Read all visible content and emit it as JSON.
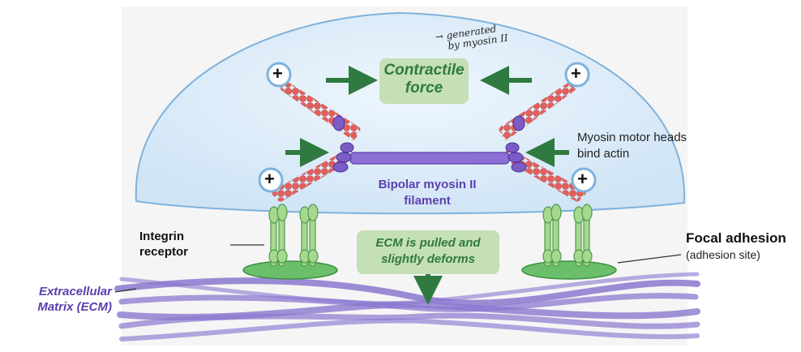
{
  "labels": {
    "contractile_force": "Contractile force",
    "handwritten_note": [
      "→ generated",
      "by myosin II"
    ],
    "myosin_heads": "Myosin motor heads bind actin",
    "bipolar": "Bipolar myosin II filament",
    "integrin": "Integrin receptor",
    "ecm_pulled": "ECM is pulled and slightly deforms",
    "focal_adhesion": "Focal adhesion",
    "adhesion_site": "(adhesion site)",
    "ecm": "Extracellular Matrix (ECM)",
    "plus_sign": "+"
  },
  "colors": {
    "cell": "#dcecf9",
    "cell_border": "#7fb2dc",
    "actin": "#e0605c",
    "myosin": "#7b5cc4",
    "integrin": "#9fd28a",
    "arrow": "#2f7a40",
    "ecm": "#8b78cf",
    "green_box": "#c5dfb6"
  }
}
